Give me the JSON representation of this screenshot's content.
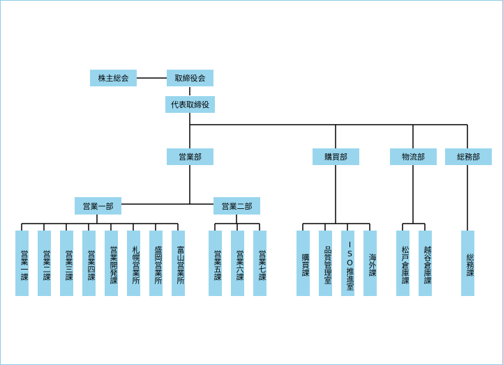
{
  "colors": {
    "box": "#99d6ee",
    "line": "#000000",
    "frame_border": "#8ccde6"
  },
  "orgchart": {
    "shareholders": "株主総会",
    "board": "取締役会",
    "representative": "代表取締役",
    "departments": {
      "sales": "営業部",
      "purchasing": "購買部",
      "logistics": "物流部",
      "general_affairs": "総務部"
    },
    "sales_divisions": {
      "first": "営業一部",
      "second": "営業二部"
    },
    "sales_first_units": [
      "営業一課",
      "営業二課",
      "営業三課",
      "営業四課",
      "営業開発課",
      "札幌営業所",
      "盛岡営業所",
      "富山営業所"
    ],
    "sales_second_units": [
      "営業五課",
      "営業六課",
      "営業七課"
    ],
    "purchasing_units": [
      "購買課",
      "品質管理室",
      "ISO推進室",
      "海外課"
    ],
    "logistics_units": [
      "松戸倉庫課",
      "越谷倉庫課"
    ],
    "general_affairs_units": [
      "総務課"
    ]
  }
}
